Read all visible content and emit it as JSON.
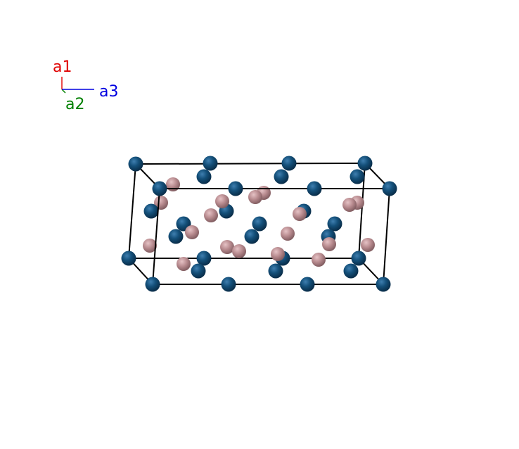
{
  "axes": {
    "a1": {
      "label": "a1",
      "color": "#e00000"
    },
    "a2": {
      "label": "a2",
      "color": "#008000"
    },
    "a3": {
      "label": "a3",
      "color": "#0000e0"
    }
  },
  "colors": {
    "background": "#ffffff",
    "cell_edge": "#000000",
    "atom_large": "#14507a",
    "atom_small": "#b88b8f"
  }
}
